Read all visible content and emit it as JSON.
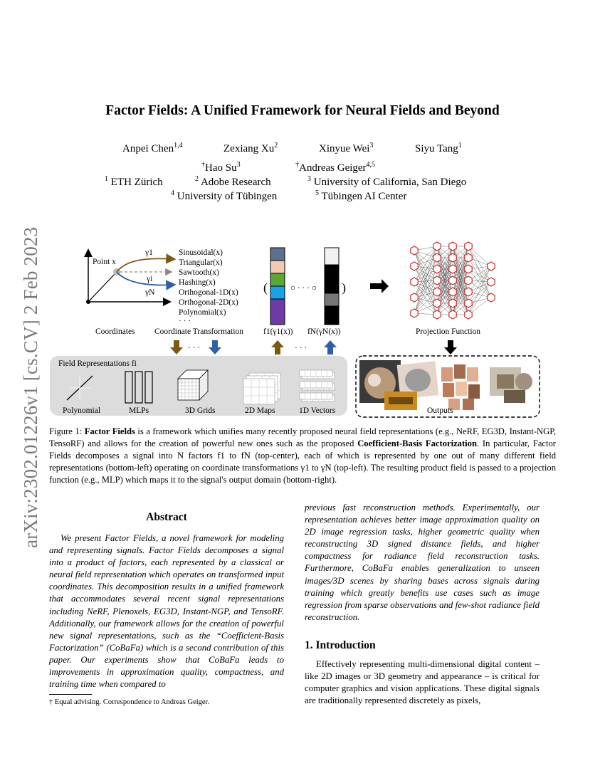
{
  "arxiv_id": "arXiv:2302.01226v1  [cs.CV]  2 Feb 2023",
  "title": "Factor Fields: A Unified Framework for Neural Fields and Beyond",
  "authors": [
    {
      "name": "Anpei Chen",
      "sup": "1,4"
    },
    {
      "name": "Zexiang Xu",
      "sup": "2"
    },
    {
      "name": "Xinyue Wei",
      "sup": "3"
    },
    {
      "name": "Siyu Tang",
      "sup": "1"
    },
    {
      "name": "Hao Su",
      "sup": "3",
      "mark": "†"
    },
    {
      "name": "Andreas Geiger",
      "sup": "4,5",
      "mark": "†"
    }
  ],
  "affiliations": [
    {
      "sup": "1",
      "name": "ETH Zürich"
    },
    {
      "sup": "2",
      "name": "Adobe Research"
    },
    {
      "sup": "3",
      "name": "University of California, San Diego"
    },
    {
      "sup": "4",
      "name": "University of Tübingen"
    },
    {
      "sup": "5",
      "name": "Tübingen AI Center"
    }
  ],
  "figure": {
    "point_label": "Point x",
    "gamma_1": "γ1",
    "gamma_i": "γi",
    "gamma_N": "γN",
    "coordinates_label": "Coordinates",
    "transform_label": "Coordinate Transformation",
    "transforms": [
      "Sinusoidal(x)",
      "Triangular(x)",
      "Sawtooth(x)",
      "Hashing(x)",
      "Orthogonal-1D(x)",
      "Orthogonal-2D(x)",
      "Polynomial(x)",
      "· · ·"
    ],
    "f1_label": "f1(γ1(x))",
    "fN_label": "fN(γN(x))",
    "dots": "· · ·",
    "circle_dots": "○ · · · ○",
    "projection_label": "Projection Function",
    "field_repr_label": "Field Representations fi",
    "representations": [
      "Polynomial",
      "MLPs",
      "3D Grids",
      "2D Maps",
      "1D Vectors"
    ],
    "outputs_label": "Outputs",
    "colors": {
      "arrow_brown": "#7a5a10",
      "arrow_blue": "#2f5fa8",
      "neuron": "#cc2a2a",
      "panel_gray": "#dcdcdc"
    }
  },
  "caption": {
    "prefix": "Figure 1: ",
    "bold1": "Factor Fields",
    "text1": " is a framework which unifies many recently proposed neural field representations (e.g., NeRF, EG3D, Instant-NGP, TensoRF) and allows for the creation of powerful new ones such as the proposed ",
    "bold2": "Coefficient-Basis Factorization",
    "text2": ". In particular, Factor Fields decomposes a signal into N factors f1 to fN (top-center), each of which is represented by one out of many different field representations (bottom-left) operating on coordinate transformations γ1 to γN (top-left). The resulting product field is passed to a projection function (e.g., MLP) which maps it to the signal's output domain (bottom-right)."
  },
  "abstract_heading": "Abstract",
  "abstract_left": "We present Factor Fields, a novel framework for modeling and representing signals. Factor Fields decomposes a signal into a product of factors, each represented by a classical or neural field representation which operates on transformed input coordinates. This decomposition results in a unified framework that accommodates several recent signal representations including NeRF, Plenoxels, EG3D, Instant-NGP, and TensoRF. Additionally, our framework allows for the creation of powerful new signal representations, such as the “Coefficient-Basis Factorization” (CoBaFa) which is a second contribution of this paper. Our experiments show that CoBaFa leads to improvements in approximation quality, compactness, and training time when compared to",
  "abstract_right": "previous fast reconstruction methods. Experimentally, our representation achieves better image approximation quality on 2D image regression tasks, higher geometric quality when reconstructing 3D signed distance fields, and higher compactness for radiance field reconstruction tasks. Furthermore, CoBaFa enables generalization to unseen images/3D scenes by sharing bases across signals during training which greatly benefits use cases such as image regression from sparse observations and few-shot radiance field reconstruction.",
  "intro_heading": "1. Introduction",
  "intro_text": "Effectively representing multi-dimensional digital content – like 2D images or 3D geometry and appearance – is critical for computer graphics and vision applications. These digital signals are traditionally represented discretely as pixels,",
  "footnote": "† Equal advising. Correspondence to Andreas Geiger."
}
